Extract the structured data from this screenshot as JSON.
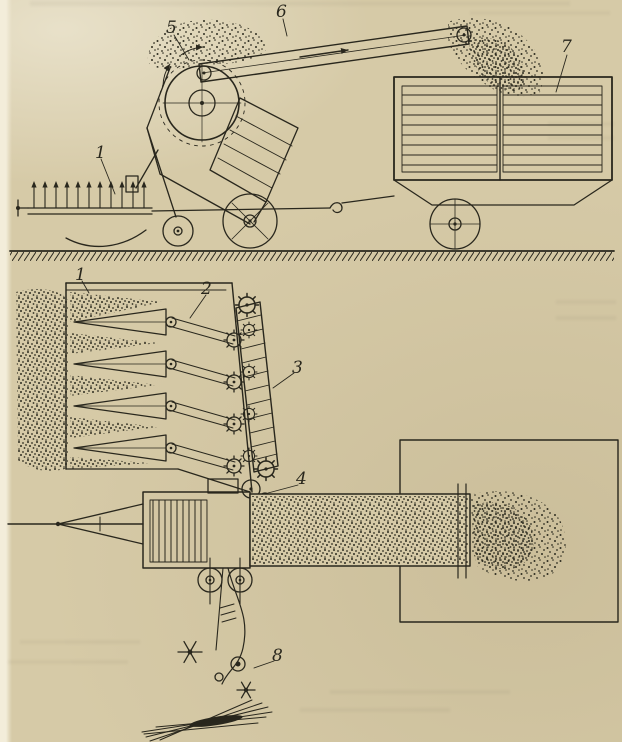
{
  "figure": {
    "kind": "scanned technical diagram of a harvesting machine, two views",
    "background_color": "#d6caa7",
    "ink_color": "#29271d",
    "views": {
      "top": {
        "name": "side-view",
        "labels": [
          {
            "part": "header-tines",
            "text": "1"
          },
          {
            "part": "pickup-drum",
            "text": "5"
          },
          {
            "part": "loading-conveyor",
            "text": "6"
          },
          {
            "part": "trailer",
            "text": "7"
          }
        ]
      },
      "bottom": {
        "name": "plan-view",
        "labels": [
          {
            "part": "gathering-header",
            "text": "1"
          },
          {
            "part": "row-chains",
            "text": "2"
          },
          {
            "part": "cross-conveyor",
            "text": "3"
          },
          {
            "part": "feed-rollers",
            "text": "4"
          },
          {
            "part": "binder-mechanism",
            "text": "8"
          }
        ]
      }
    }
  }
}
